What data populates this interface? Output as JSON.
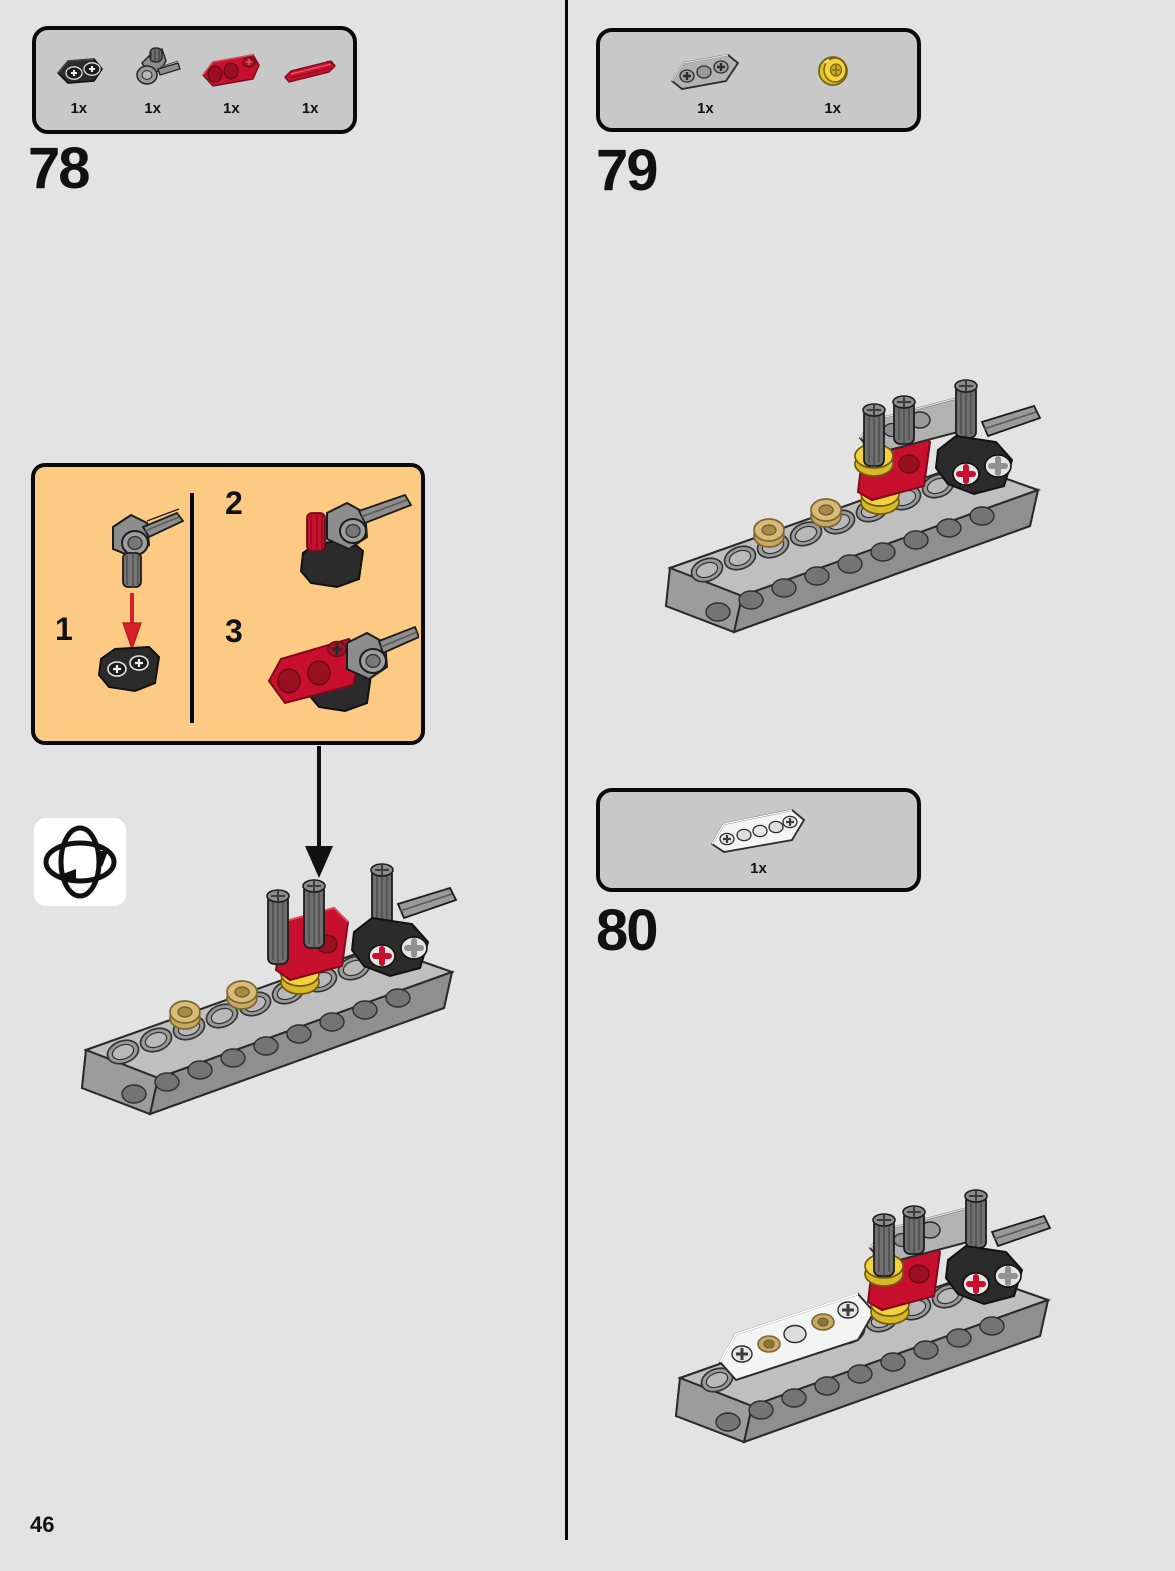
{
  "page": {
    "number": "46",
    "background_color": "#e3e3e3",
    "divider_color": "#0a0a0a"
  },
  "colors": {
    "parts_box_fill": "#c8c8c8",
    "parts_box_border": "#0a0a0a",
    "sub_panel_fill": "#fcca82",
    "sub_panel_border": "#0a0a0a",
    "lego_red": "#c8102e",
    "lego_dark_red": "#9b0f22",
    "lego_gray": "#9a9a9a",
    "lego_dark_gray": "#595959",
    "lego_black": "#2b2b2b",
    "lego_yellow": "#f2d33c",
    "lego_tan_gold": "#c9a860",
    "lego_white": "#f4f4f4",
    "arrow_red": "#d61f26",
    "arrow_black": "#111111"
  },
  "steps": [
    {
      "id": "step-78",
      "number": "78",
      "column": "left",
      "parts": [
        {
          "name": "black-axle-connector-2l",
          "qty": "1x",
          "color": "#2b2b2b"
        },
        {
          "name": "gray-axle-pin-connector",
          "qty": "1x",
          "color": "#9a9a9a"
        },
        {
          "name": "red-angle-connector",
          "qty": "1x",
          "color": "#c8102e"
        },
        {
          "name": "red-axle-3l",
          "qty": "1x",
          "color": "#c8102e"
        }
      ],
      "sub_assembly": {
        "panel_steps": [
          "1",
          "2",
          "3"
        ],
        "has_insertion_arrow": true,
        "insertion_arrow_color": "#d61f26"
      },
      "rotate_hint": true,
      "flow_arrow": true
    },
    {
      "id": "step-79",
      "number": "79",
      "column": "right",
      "parts": [
        {
          "name": "gray-liftarm-thin-3l",
          "qty": "1x",
          "color": "#9a9a9a"
        },
        {
          "name": "yellow-bushing",
          "qty": "1x",
          "color": "#f2d33c"
        }
      ],
      "sub_assembly": null,
      "rotate_hint": false,
      "flow_arrow": false
    },
    {
      "id": "step-80",
      "number": "80",
      "column": "right",
      "parts": [
        {
          "name": "white-liftarm-thin-5l",
          "qty": "1x",
          "color": "#f4f4f4"
        }
      ],
      "sub_assembly": null,
      "rotate_hint": false,
      "flow_arrow": false
    }
  ],
  "assemblies": {
    "step78_result": {
      "name": "beam-with-red-connector-assembly",
      "description": "15-hole gray Technic beam with two tan bushings, red angled connector, yellow bushing, three gray axles and black axle connector"
    },
    "step79_result": {
      "name": "beam-with-gray-liftarm-assembly",
      "description": "Same assembly with gray 3-hole liftarm and second yellow bushing added"
    },
    "step80_result": {
      "name": "beam-with-white-liftarm-assembly",
      "description": "Same assembly with white 5-hole thin liftarm attached over the tan bushings"
    }
  }
}
